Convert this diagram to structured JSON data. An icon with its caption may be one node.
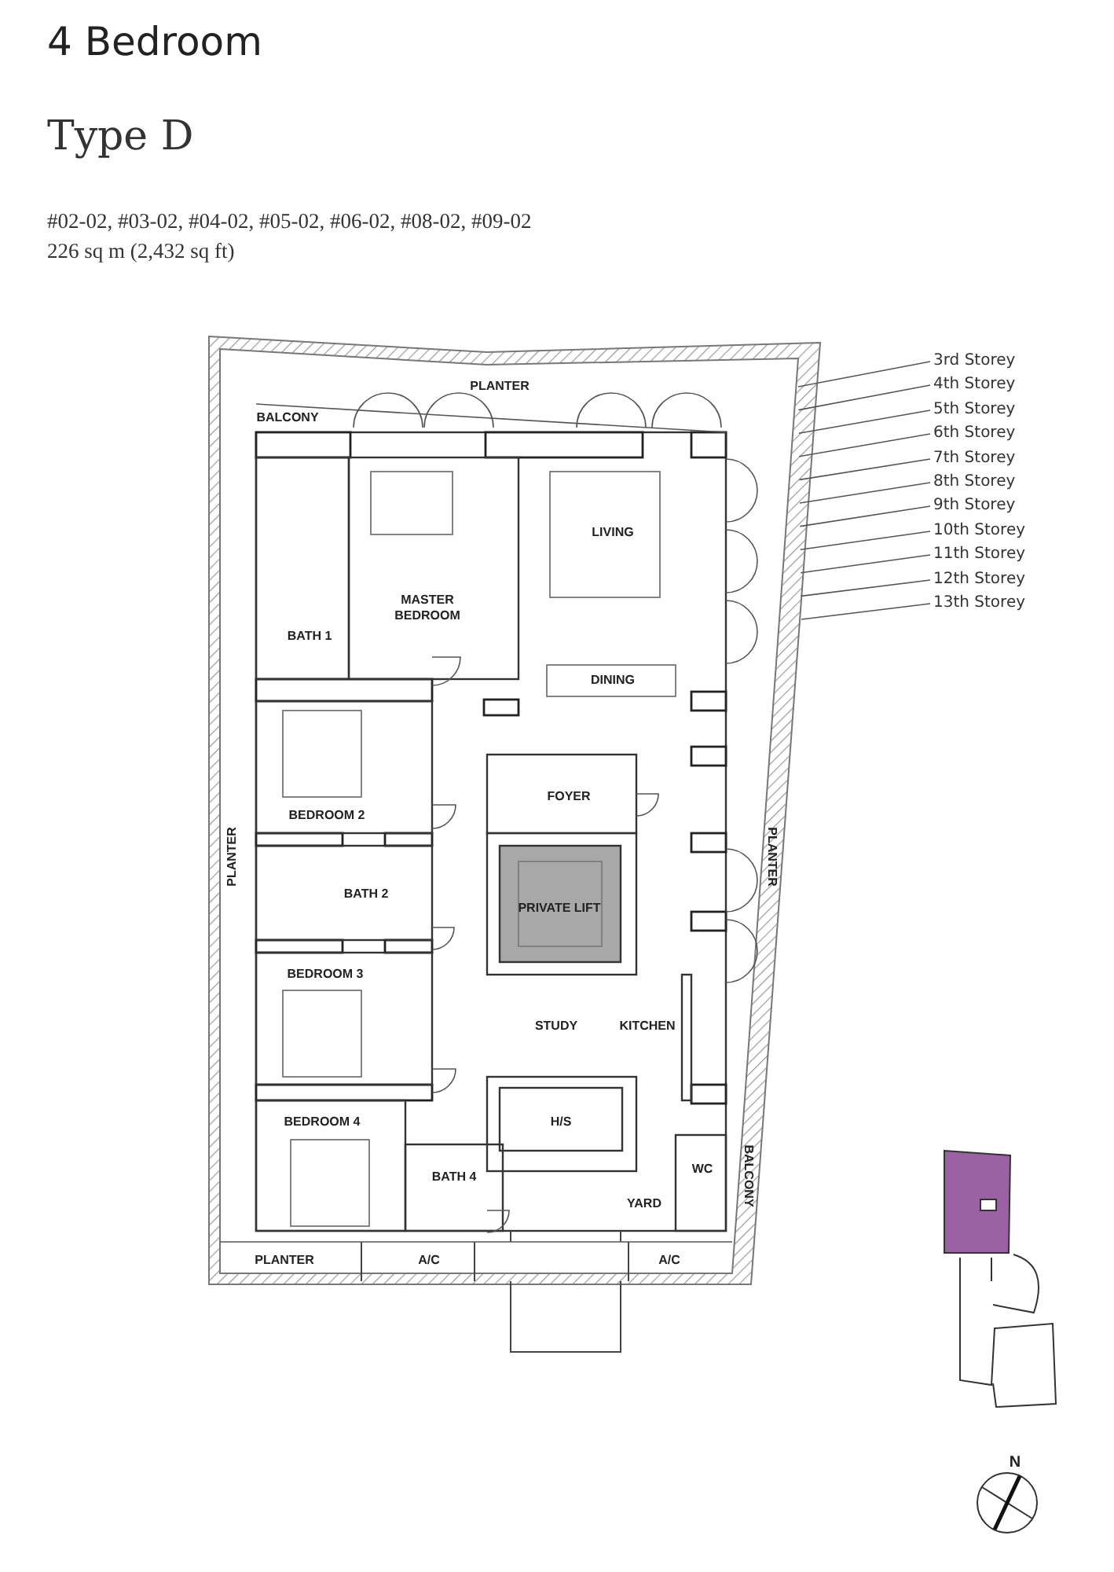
{
  "diagram": {
    "title": "4 Bedroom",
    "nodes": [
      {
        "text": [
          "3rd Storey"
        ]
      },
      {
        "text": [
          "4th Storey"
        ]
      },
      {
        "text": [
          "5th Storey"
        ]
      },
      {
        "text": [
          "6th Storey"
        ]
      },
      {
        "text": [
          "7th Storey"
        ]
      },
      {
        "text": [
          "8th Storey"
        ]
      },
      {
        "text": [
          "9th Storey"
        ]
      },
      {
        "text": [
          "10th Storey"
        ]
      },
      {
        "text": [
          "11th Storey"
        ]
      },
      {
        "text": [
          "12th Storey"
        ]
      },
      {
        "text": [
          "13th Storey"
        ]
      }
    ],
    "edges": [
      {
        "from": 0,
        "to": null,
        "arrow": "none"
      },
      {
        "from": 1,
        "to": null,
        "arrow": "none"
      },
      {
        "from": 2,
        "to": null,
        "arrow": "none"
      },
      {
        "from": 3,
        "to": null,
        "arrow": "none"
      },
      {
        "from": 4,
        "to": null,
        "arrow": "none"
      },
      {
        "from": 5,
        "to": null,
        "arrow": "none"
      },
      {
        "from": 6,
        "to": null,
        "arrow": "none"
      },
      {
        "from": 7,
        "to": null,
        "arrow": "none"
      },
      {
        "from": 8,
        "to": null,
        "arrow": "none"
      },
      {
        "from": 9,
        "to": null,
        "arrow": "none"
      },
      {
        "from": 10,
        "to": null,
        "arrow": "none"
      }
    ],
    "labels": [
      "Type D",
      "#02-02, #03-02, #04-02, #05-02, #06-02, #08-02, #09-02",
      "226 sq m (2,432 sq ft)",
      "PLANTER",
      "BALCONY",
      "LIVING",
      "MASTER BEDROOM",
      "BATH 1",
      "DINING",
      "BEDROOM 2",
      "FOYER",
      "PLANTER",
      "BATH 2",
      "PRIVATE LIFT",
      "PLANTER",
      "BEDROOM 3",
      "STUDY",
      "KITCHEN",
      "BEDROOM 4",
      "H/S",
      "BALCONY",
      "BATH 4",
      "WC",
      "YARD",
      "PLANTER",
      "A/C",
      "A/C",
      "N"
    ]
  }
}
